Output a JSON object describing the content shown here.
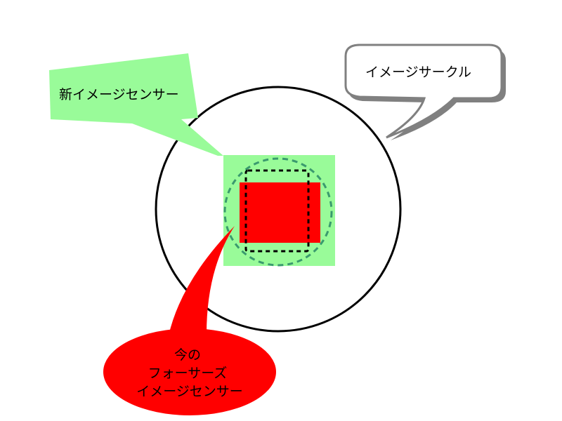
{
  "callouts": {
    "new_sensor": {
      "text": "新イメージセンサー",
      "fill": "#99fb99"
    },
    "image_circle": {
      "text": "イメージサークル",
      "fill": "#ffffff",
      "stroke": "#808080"
    },
    "current_sensor": {
      "lines": [
        "今の",
        "フォーサーズ",
        "イメージセンサー"
      ],
      "fill": "#ff0000"
    }
  },
  "shapes": {
    "image_circle_outline": {
      "stroke": "#000000"
    },
    "new_sensor_area": {
      "fill": "#99fb99"
    },
    "current_sensor_area": {
      "fill": "#ff0000"
    },
    "inner_dashed_circle": {
      "stroke": "#3a9a6e"
    },
    "dashed_square": {
      "stroke": "#000000"
    }
  }
}
